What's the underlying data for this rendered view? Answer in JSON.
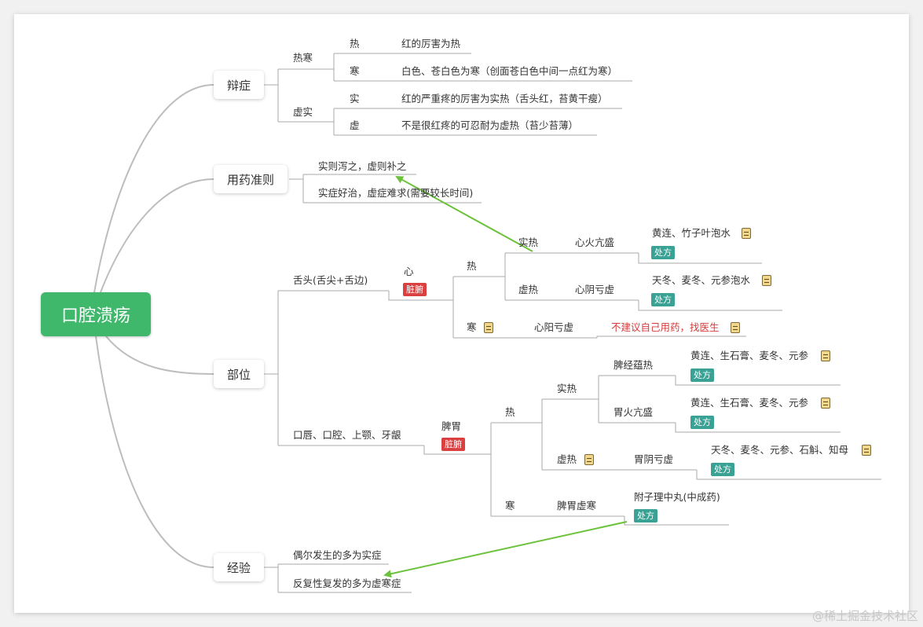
{
  "root": "口腔溃疡",
  "branches": {
    "bianzheng": {
      "label": "辩症",
      "re_han": "热寒",
      "re": "热",
      "re_desc": "红的厉害为热",
      "han": "寒",
      "han_desc": "白色、苍白色为寒（创面苍白色中间一点红为寒）",
      "xu_shi": "虚实",
      "shi": "实",
      "shi_desc": "红的严重疼的厉害为实热（舌头红，苔黄干瘦）",
      "xu": "虚",
      "xu_desc": "不是很红疼的可忍耐为虚热（苔少苔薄）"
    },
    "yongyao": {
      "label": "用药准则",
      "item1": "实则泻之，虚则补之",
      "item2": "实症好治，虚症难求(需要较长时间)"
    },
    "buwei": {
      "label": "部位",
      "shetou": "舌头(舌尖+舌边)",
      "xin": "心",
      "zangfu": "脏腑",
      "xin_re": "热",
      "shire": "实热",
      "xinhuo": "心火亢盛",
      "rx1": "黄连、竹子叶泡水",
      "rx_tag": "处方",
      "xure": "虚热",
      "xinyin": "心阴亏虚",
      "rx2": "天冬、麦冬、元参泡水",
      "xin_han": "寒",
      "xinyang": "心阳亏虚",
      "warn": "不建议自己用药，找医生",
      "kouchun": "口唇、口腔、上颚、牙龈",
      "piwei": "脾胃",
      "pw_re": "热",
      "pw_shire": "实热",
      "pijing": "脾经蕴热",
      "rx3": "黄连、生石膏、麦冬、元参",
      "weihuo": "胃火亢盛",
      "rx4": "黄连、生石膏、麦冬、元参",
      "pw_xure": "虚热",
      "weiyin": "胃阴亏虚",
      "rx5": "天冬、麦冬、元参、石斛、知母",
      "pw_han": "寒",
      "pwxuhan": "脾胃虚寒",
      "rx6": "附子理中丸(中成药)"
    },
    "jingyan": {
      "label": "经验",
      "item1": "偶尔发生的多为实症",
      "item2": "反复性复发的多为虚寒症"
    }
  },
  "colors": {
    "root": "#3fb86b",
    "arrow": "#6cc23a",
    "tag_red": "#d9403f",
    "tag_teal": "#3aa294",
    "warn": "#d93a3a"
  },
  "watermark": "@稀土掘金技术社区"
}
